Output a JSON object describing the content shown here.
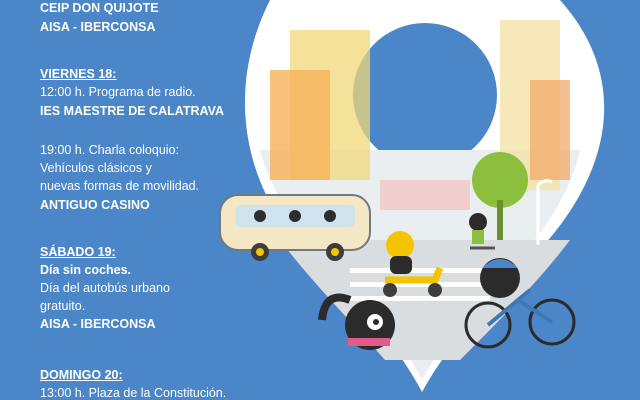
{
  "schedule": {
    "intro": {
      "lines": [
        "CEIP DON QUIJOTE",
        "AISA - IBERCONSA"
      ]
    },
    "friday": {
      "day": "VIERNES 18:",
      "event1_time": "12:00 h. Programa de radio.",
      "event1_venue": "IES MAESTRE DE CALATRAVA",
      "event2_time": "19:00 h. Charla coloquio:",
      "event2_desc1": "Vehículos clásicos y",
      "event2_desc2": "nuevas formas de movilidad.",
      "event2_venue": "ANTIGUO CASINO"
    },
    "saturday": {
      "day": "SÁBADO 19:",
      "event_title": "Día sin coches.",
      "event_desc1": "Día del autobús urbano",
      "event_desc2": "gratuito.",
      "event_venue": "AISA - IBERCONSA"
    },
    "sunday": {
      "day": "DOMINGO 20:",
      "event_time": "13:00 h. Plaza de la Constitución."
    }
  },
  "colors": {
    "background": "#4a86c8",
    "pin": "#ffffff",
    "accent_yellow": "#f5c400",
    "accent_green": "#8dbf3f"
  },
  "illustration": {
    "pin_icon": "location-pin-icon",
    "bus_icon": "bus-icon",
    "bicycle_icon": "bicycle-icon",
    "scooter_icon": "scooter-icon"
  }
}
